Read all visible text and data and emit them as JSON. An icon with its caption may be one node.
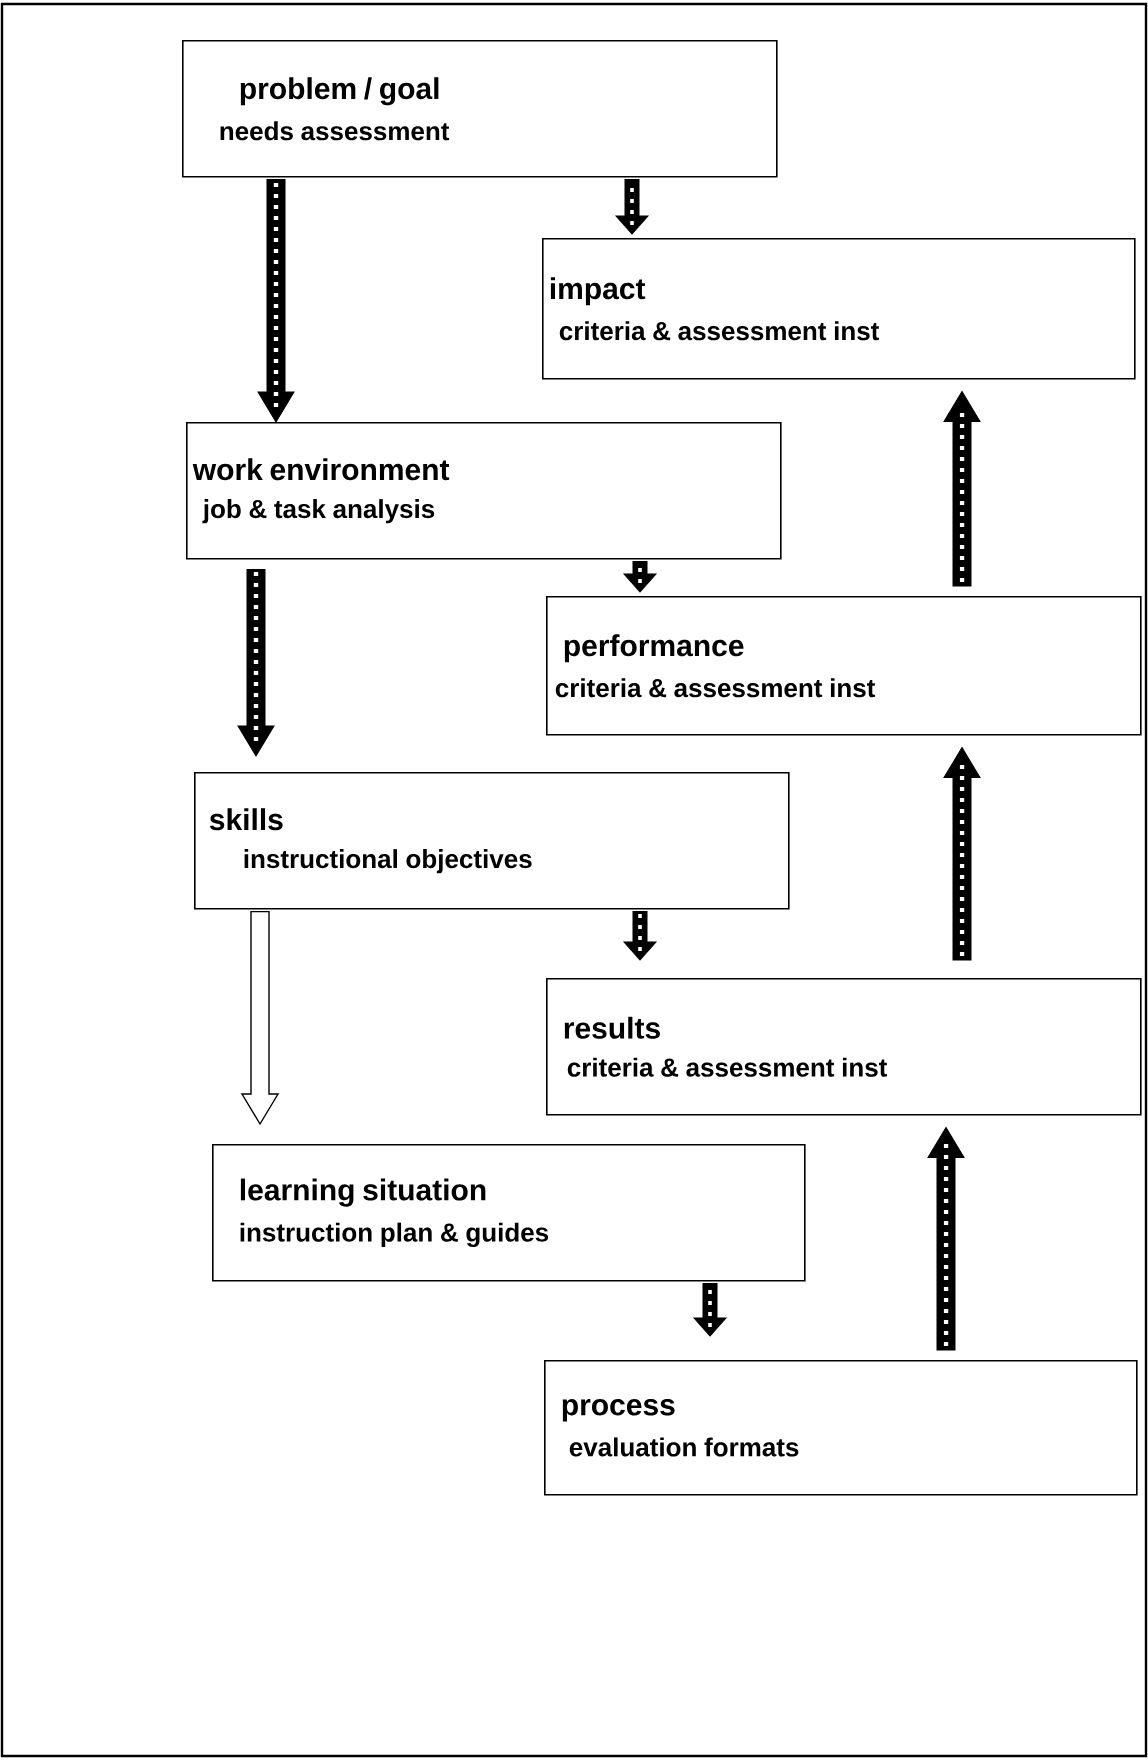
{
  "diagram": {
    "nodes": [
      {
        "text": [
          "problem / goal",
          "needs assessment"
        ]
      },
      {
        "text": [
          "impact",
          "criteria & assessment inst"
        ]
      },
      {
        "text": [
          "work environment",
          "job & task analysis"
        ]
      },
      {
        "text": [
          "performance",
          "criteria & assessment inst"
        ]
      },
      {
        "text": [
          "skills",
          "instructional objectives"
        ]
      },
      {
        "text": [
          "results",
          "criteria & assessment inst"
        ]
      },
      {
        "text": [
          "learning situation",
          "instruction plan & guides"
        ]
      },
      {
        "text": [
          "process",
          "evaluation formats"
        ]
      }
    ],
    "edges": [
      {
        "from": 0,
        "to": 2,
        "arrow": "to"
      },
      {
        "from": 0,
        "to": 1,
        "arrow": "to"
      },
      {
        "from": 3,
        "to": 1,
        "arrow": "to"
      },
      {
        "from": 2,
        "to": 4,
        "arrow": "to"
      },
      {
        "from": 2,
        "to": 3,
        "arrow": "to"
      },
      {
        "from": 5,
        "to": 3,
        "arrow": "to"
      },
      {
        "from": 4,
        "to": 6,
        "arrow": "to",
        "color": "#ffffff"
      },
      {
        "from": 4,
        "to": 5,
        "arrow": "to"
      },
      {
        "from": 7,
        "to": 5,
        "arrow": "to"
      },
      {
        "from": 6,
        "to": 7,
        "arrow": "to"
      }
    ]
  }
}
